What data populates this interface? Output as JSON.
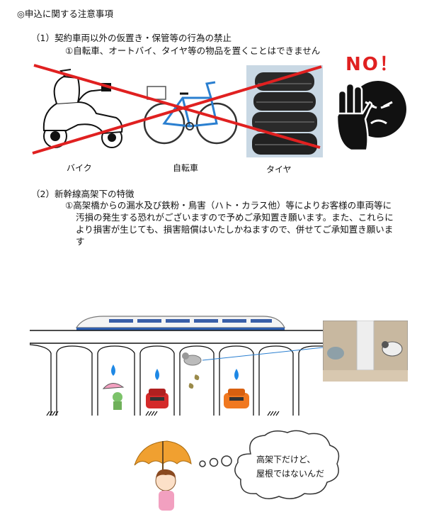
{
  "doc": {
    "title": "◎申込に関する注意事項",
    "section1": {
      "heading": "（1）契約車両以外の仮置き・保管等の行為の禁止",
      "item": "①自転車、オートバイ、タイヤ等の物品を置くことはできません",
      "labels": [
        "バイク",
        "自転車",
        "タイヤ"
      ],
      "no_text": "NO！"
    },
    "section2": {
      "heading": "（2）新幹線高架下の特徴",
      "item_line1": "①高架橋からの漏水及び鉄粉・鳥害（ハト・カラス他）等によりお客様の車両等に",
      "item_line2": "汚損の発生する恐れがございますので予めご承知置き願います。また、これらに",
      "item_line3": "より損害が生じても、損害賠償はいたしかねますので、併せてご承知置き願いま",
      "item_line4": "す"
    },
    "bubble": {
      "line1": "高架下だけど、",
      "line2": "屋根ではないんだ"
    }
  },
  "colors": {
    "cross": "#e02020",
    "no_text": "#e02020",
    "bicycle": "#2a7fd0",
    "water": "#1e88e5",
    "umbrella": "#f0a030"
  }
}
